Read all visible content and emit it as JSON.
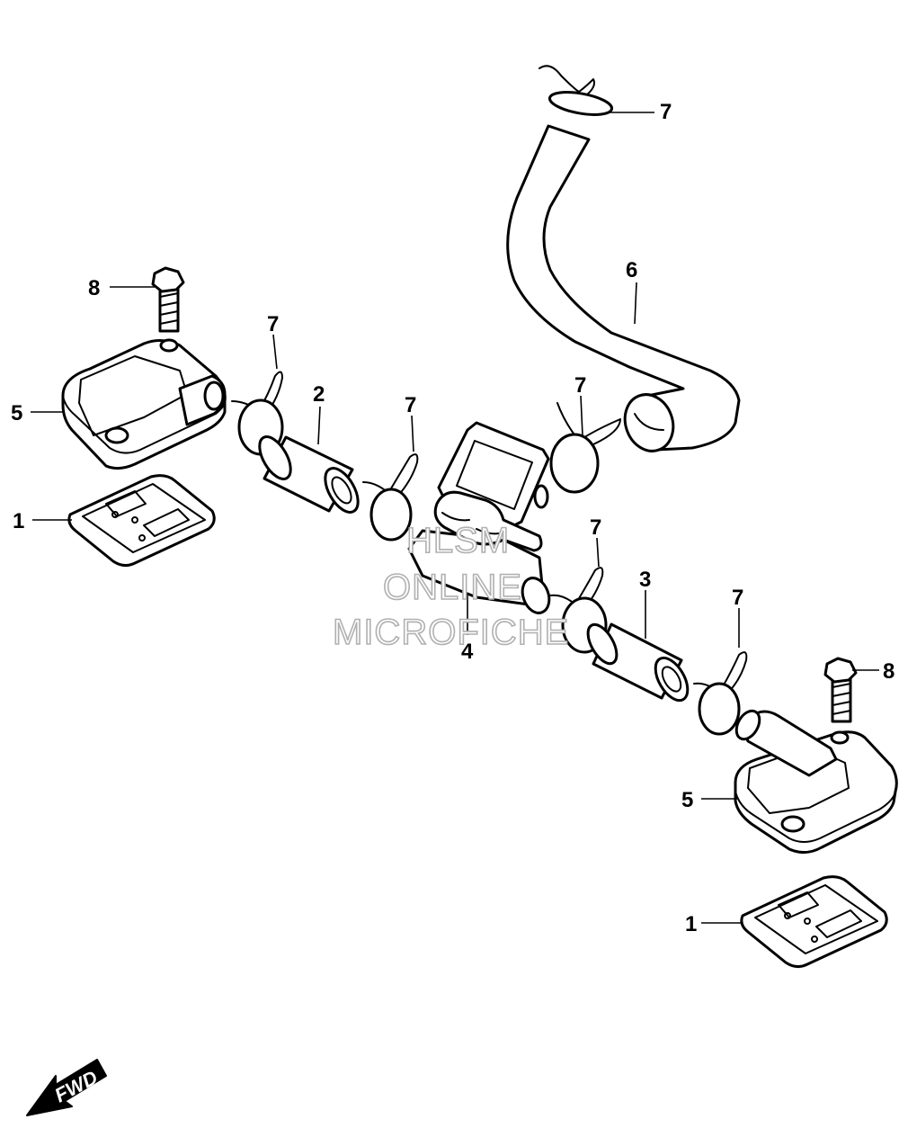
{
  "callouts": {
    "c1_left": "1",
    "c1_right": "1",
    "c2": "2",
    "c3": "3",
    "c4": "4",
    "c5_left": "5",
    "c5_right": "5",
    "c6": "6",
    "c7_top": "7",
    "c7_left": "7",
    "c7_midleft": "7",
    "c7_midright": "7",
    "c7_lowmid": "7",
    "c7_lowright": "7",
    "c8_left": "8",
    "c8_right": "8"
  },
  "watermark": {
    "line1": "HLSM",
    "line2": "ONLINE",
    "line3": "MICROFICHE"
  },
  "direction": {
    "label": "FWD"
  }
}
